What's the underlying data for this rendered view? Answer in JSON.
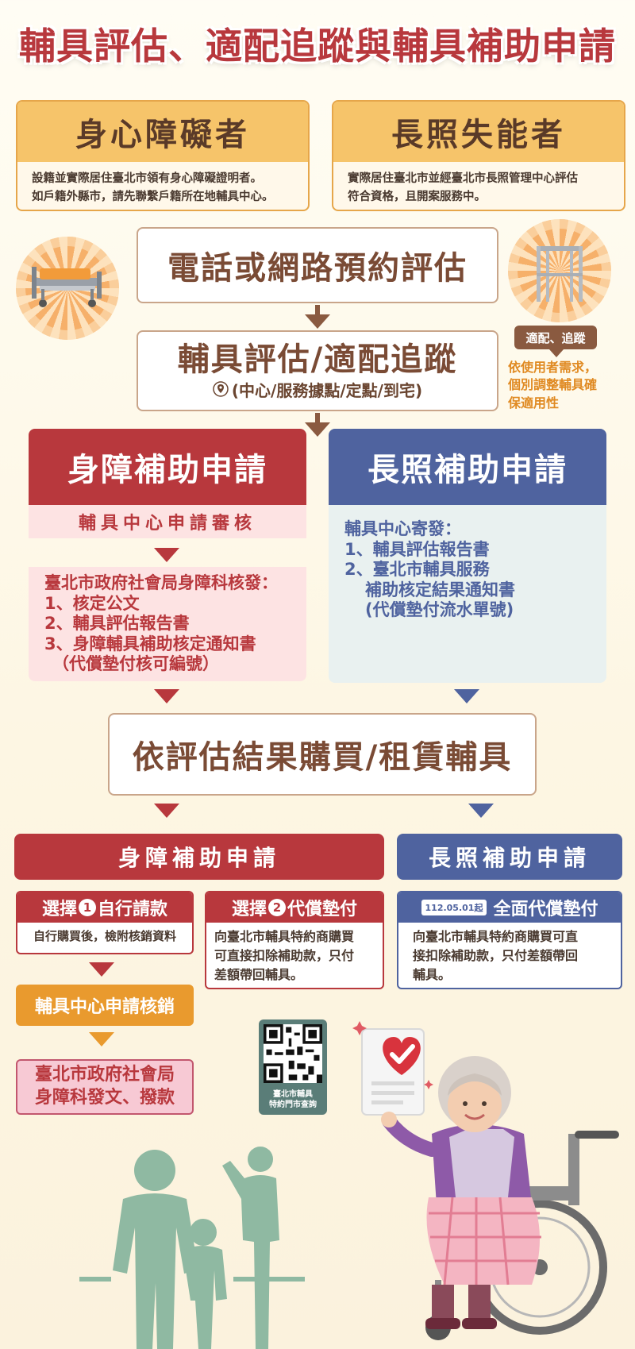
{
  "title": "輔具評估、適配追蹤與輔具補助申請",
  "categories": [
    {
      "name": "身心障礙者",
      "desc_lines": [
        "設籍並實際居住臺北市領有身心障礙證明者。",
        "如戶籍外縣市，請先聯繫戶籍所在地輔具中心。"
      ]
    },
    {
      "name": "長照失能者",
      "desc_lines": [
        "實際居住臺北市並經臺北市長照管理中心評估",
        "符合資格，且開案服務中。"
      ]
    }
  ],
  "step_booking": "電話或網路預約評估",
  "step_assess": {
    "title": "輔具評估/適配追蹤",
    "location": "(中心/服務據點/定點/到宅)"
  },
  "side_note": {
    "tag": "適配、追蹤",
    "lines": [
      "依使用者需求，",
      "個別調整輔具確",
      "保適用性"
    ]
  },
  "disability_panel": {
    "title": "身障補助申請",
    "review": "輔具中心申請審核",
    "lines": [
      "臺北市政府社會局身障科核發：",
      "1、核定公文",
      "2、輔具評估報告書",
      "3、身障輔具補助核定通知書",
      "（代償墊付核可編號）"
    ]
  },
  "ltc_panel": {
    "title": "長照補助申請",
    "lines": [
      "輔具中心寄發：",
      "1、輔具評估報告書",
      "2、臺北市輔具服務",
      "補助核定結果通知書",
      "(代償墊付流水單號)"
    ]
  },
  "purchase": "依評估結果購買/租賃輔具",
  "band_disability": "身障補助申請",
  "band_ltc": "長照補助申請",
  "option1": {
    "prefix": "選擇",
    "num": "1",
    "label": "自行請款",
    "body": "自行購買後，檢附核銷資料"
  },
  "option2": {
    "prefix": "選擇",
    "num": "2",
    "label": "代償墊付",
    "body_lines": [
      "向臺北市輔具特約商購買",
      "可直接扣除補助款，只付",
      "差額帶回輔具。"
    ]
  },
  "option3": {
    "badge": "112.05.01起",
    "label": "全面代償墊付",
    "body_lines": [
      "向臺北市輔具特約商購買可直",
      "接扣除補助款，只付差額帶回",
      "輔具。"
    ]
  },
  "write_off": "輔具中心申請核銷",
  "final_lines": [
    "臺北市政府社會局",
    "身障科發文、撥款"
  ],
  "qr_caption_lines": [
    "臺北市輔具",
    "特約門市查詢"
  ],
  "colors": {
    "red": "#b8383d",
    "blue": "#4f639f",
    "orange": "#e99a2e",
    "brown": "#8a5a40",
    "pink_bg": "#fde3e3",
    "blue_bg": "#e9f1f0"
  }
}
